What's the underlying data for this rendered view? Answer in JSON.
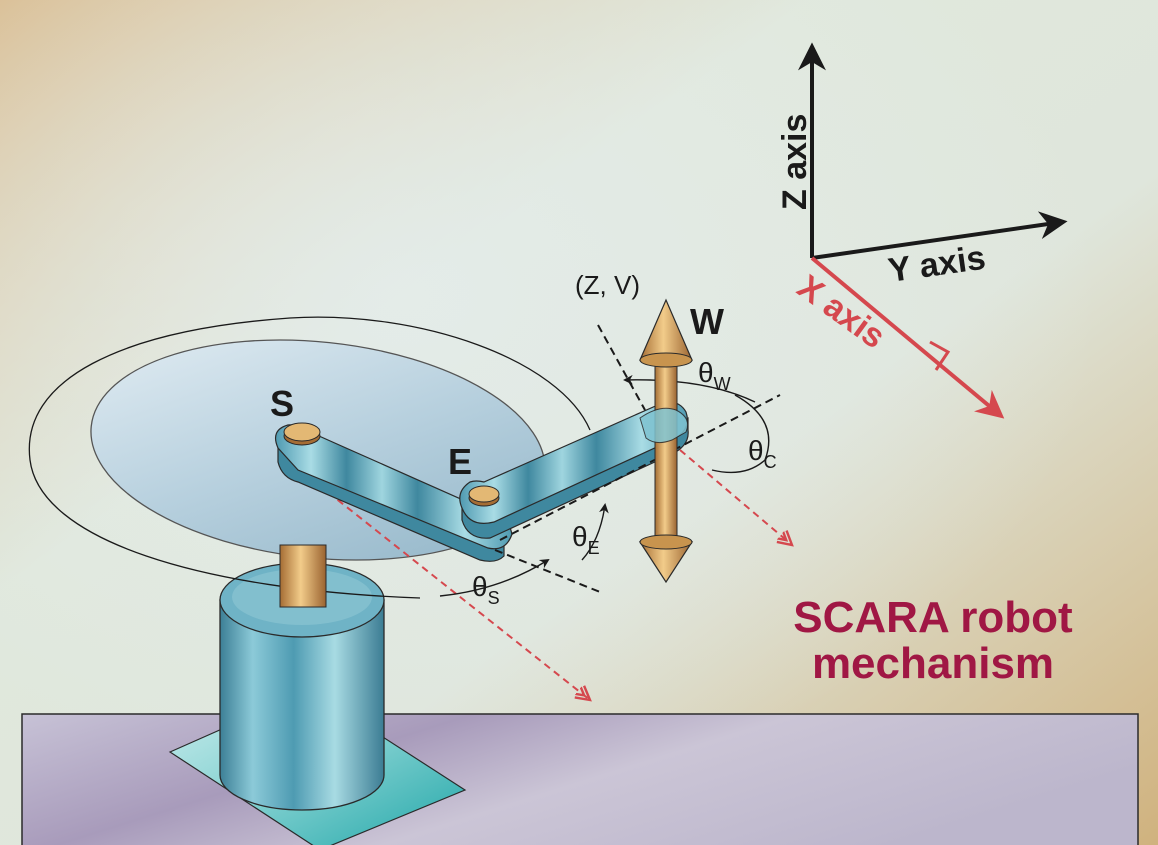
{
  "title": {
    "line1": "SCARA robot",
    "line2": "mechanism"
  },
  "axes": {
    "z": "Z axis",
    "y": "Y axis",
    "x": "X axis"
  },
  "joints": {
    "shoulder": "S",
    "elbow": "E",
    "wrist": "W",
    "wrist_coords": "(Z, V)"
  },
  "angles": {
    "shoulder": {
      "symbol": "θ",
      "sub": "S"
    },
    "elbow": {
      "symbol": "θ",
      "sub": "E"
    },
    "wrist": {
      "symbol": "θ",
      "sub": "W"
    },
    "c": {
      "symbol": "θ",
      "sub": "C"
    }
  },
  "colors": {
    "title": "#a01744",
    "x_axis": "#d5484e",
    "dashed_red": "#d5484e",
    "metal_blue": "#5aa7bd",
    "brass": "#d2a060",
    "table": "#b9b3c9"
  }
}
